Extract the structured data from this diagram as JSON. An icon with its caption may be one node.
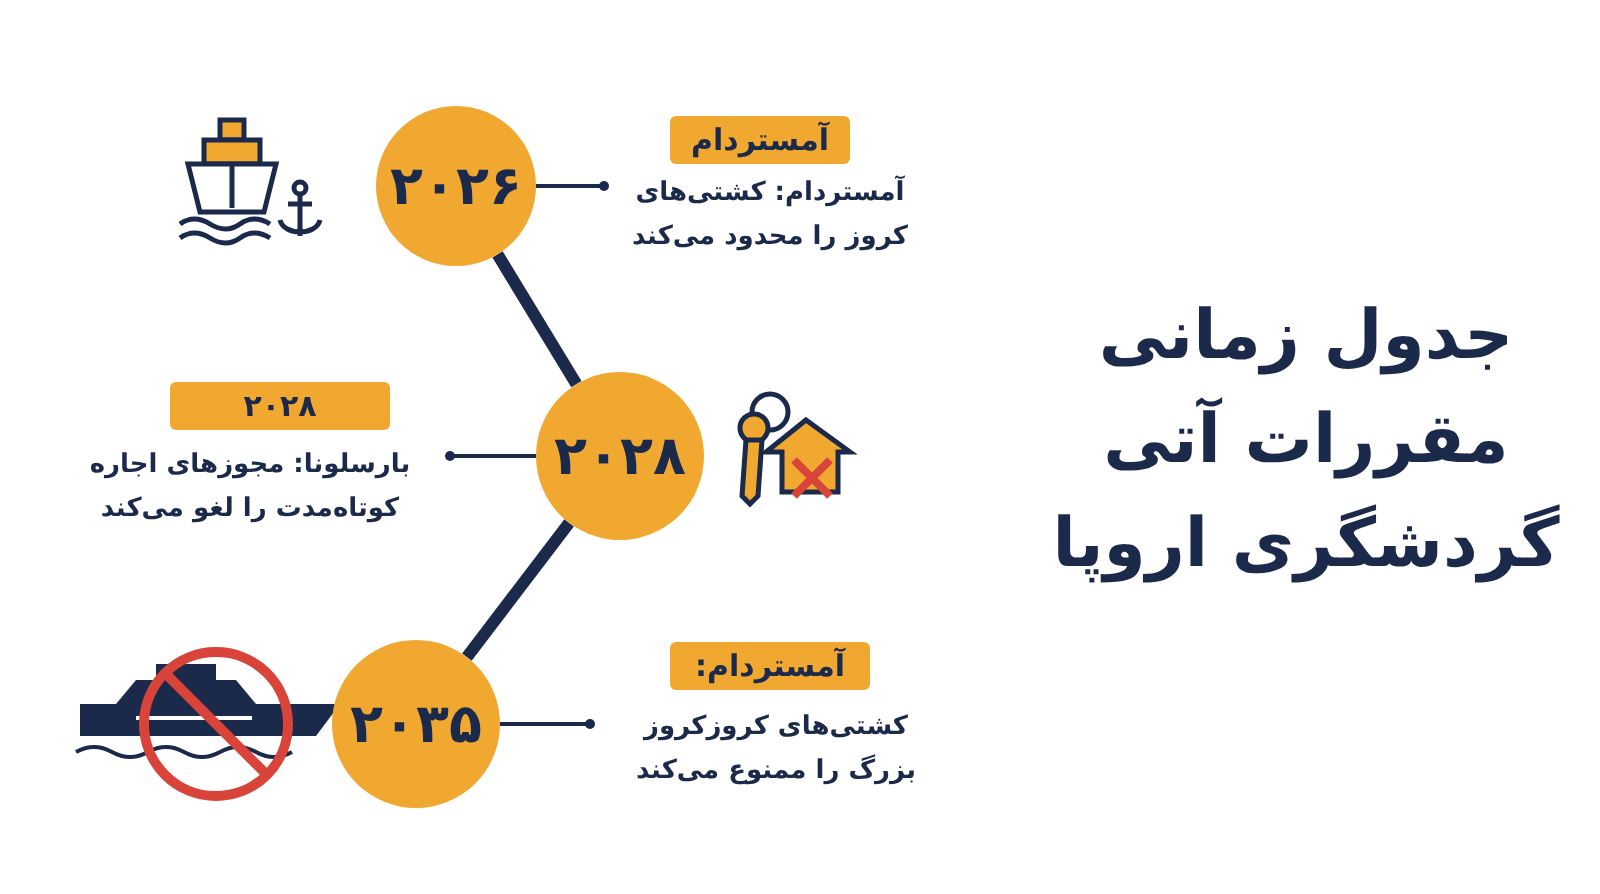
{
  "diagram": {
    "title": "جدول زمانی مقررات آتی گردشگری اروپا",
    "nodes": [
      {
        "text": [
          "۲۰۲۶"
        ]
      },
      {
        "text": [
          "۲۰۲۸"
        ]
      },
      {
        "text": [
          "۲۰۳۵"
        ]
      },
      {
        "text": [
          "آمستردام"
        ]
      },
      {
        "text": [
          "آمستردام: کشتی‌های کروز را محدود می‌کند"
        ]
      },
      {
        "text": [
          "۲۰۲۸"
        ]
      },
      {
        "text": [
          "بارسلونا: مجوزهای اجاره کوتاه‌مدت را لغو می‌کند"
        ]
      },
      {
        "text": [
          "آمستردام:"
        ]
      },
      {
        "text": [
          "کشتی‌های کروزکروز بزرگ را ممنوع می‌کند"
        ]
      }
    ],
    "edges": [
      {
        "from": 0,
        "to": 1,
        "arrow": "none",
        "style": "thick"
      },
      {
        "from": 1,
        "to": 2,
        "arrow": "none",
        "style": "thick"
      },
      {
        "from": 0,
        "to": 4,
        "arrow": "other"
      },
      {
        "from": 1,
        "to": 6,
        "arrow": "other"
      },
      {
        "from": 2,
        "to": 8,
        "arrow": "other"
      }
    ]
  }
}
